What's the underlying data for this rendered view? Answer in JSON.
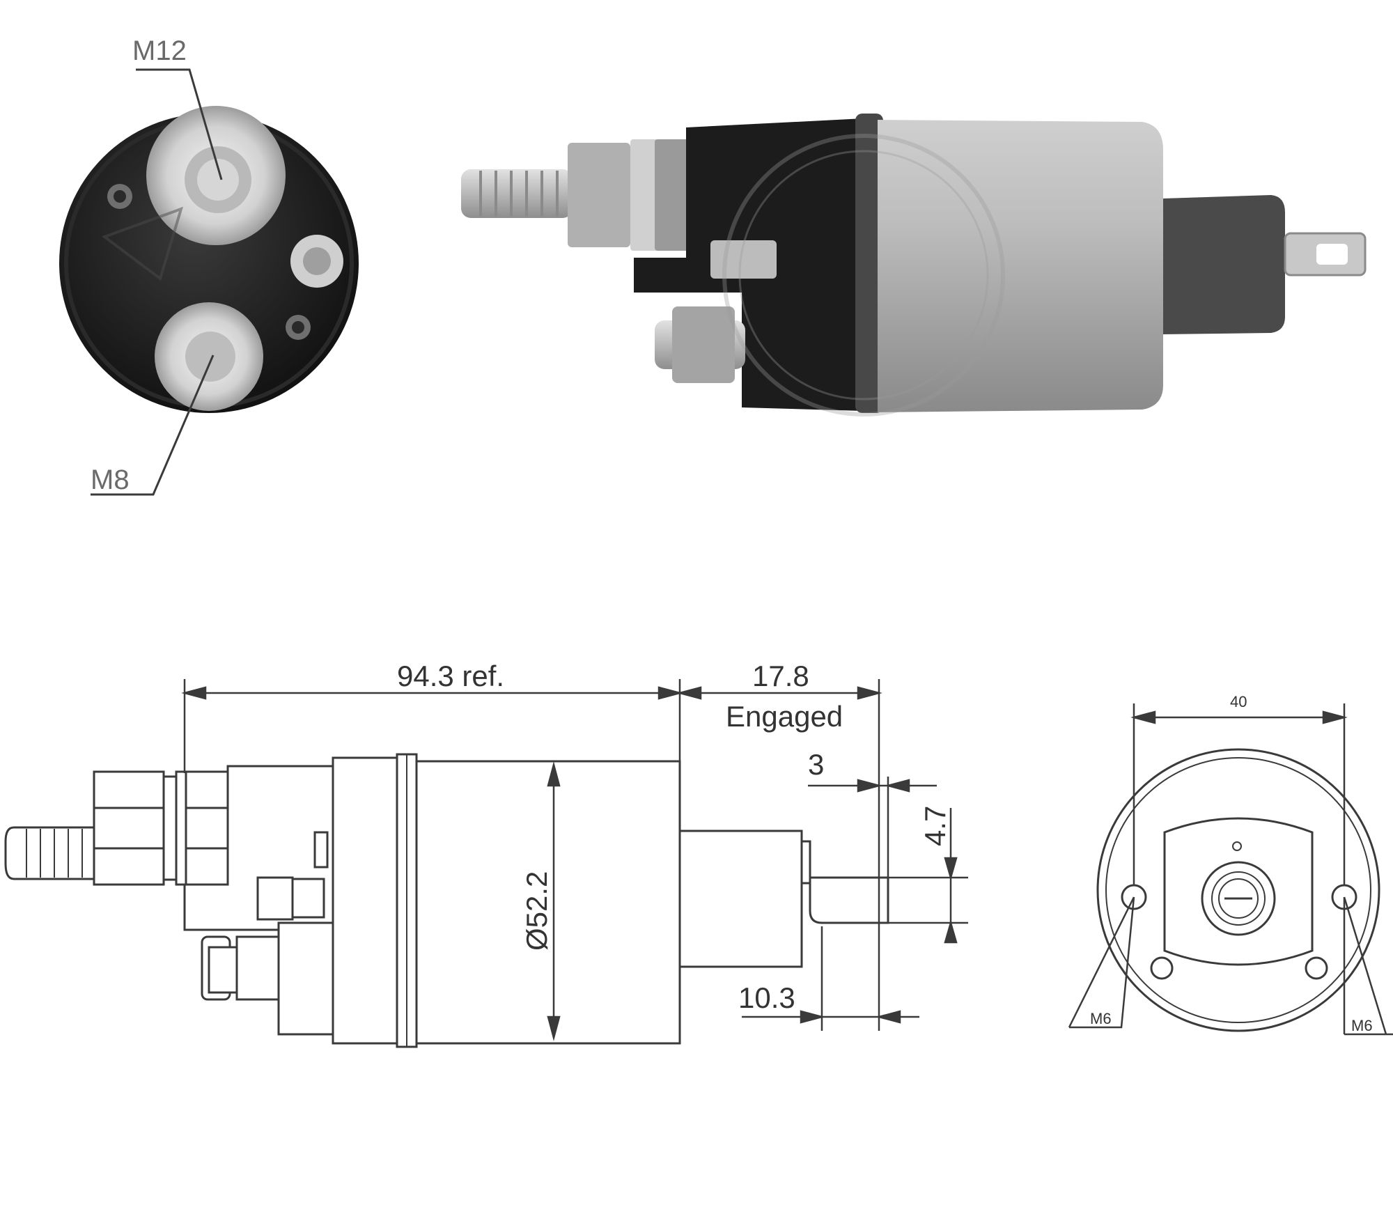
{
  "photo_labels": {
    "top_terminal": "M12",
    "bottom_terminal": "M8"
  },
  "dimensions": {
    "length": "94.3 ref.",
    "stroke": "17.8",
    "stroke_note": "Engaged",
    "gap": "3",
    "pin_width": "4.7",
    "pin_length": "10.3",
    "diameter": "Ø52.2",
    "flange_spacing": "40",
    "mount_left": "M6",
    "mount_right": "M6"
  },
  "colors": {
    "cap_dark": "#1c1c1c",
    "body_grey": "#b2b2b2",
    "line": "#3a3a3a",
    "insulator": "#d8d8d8"
  }
}
